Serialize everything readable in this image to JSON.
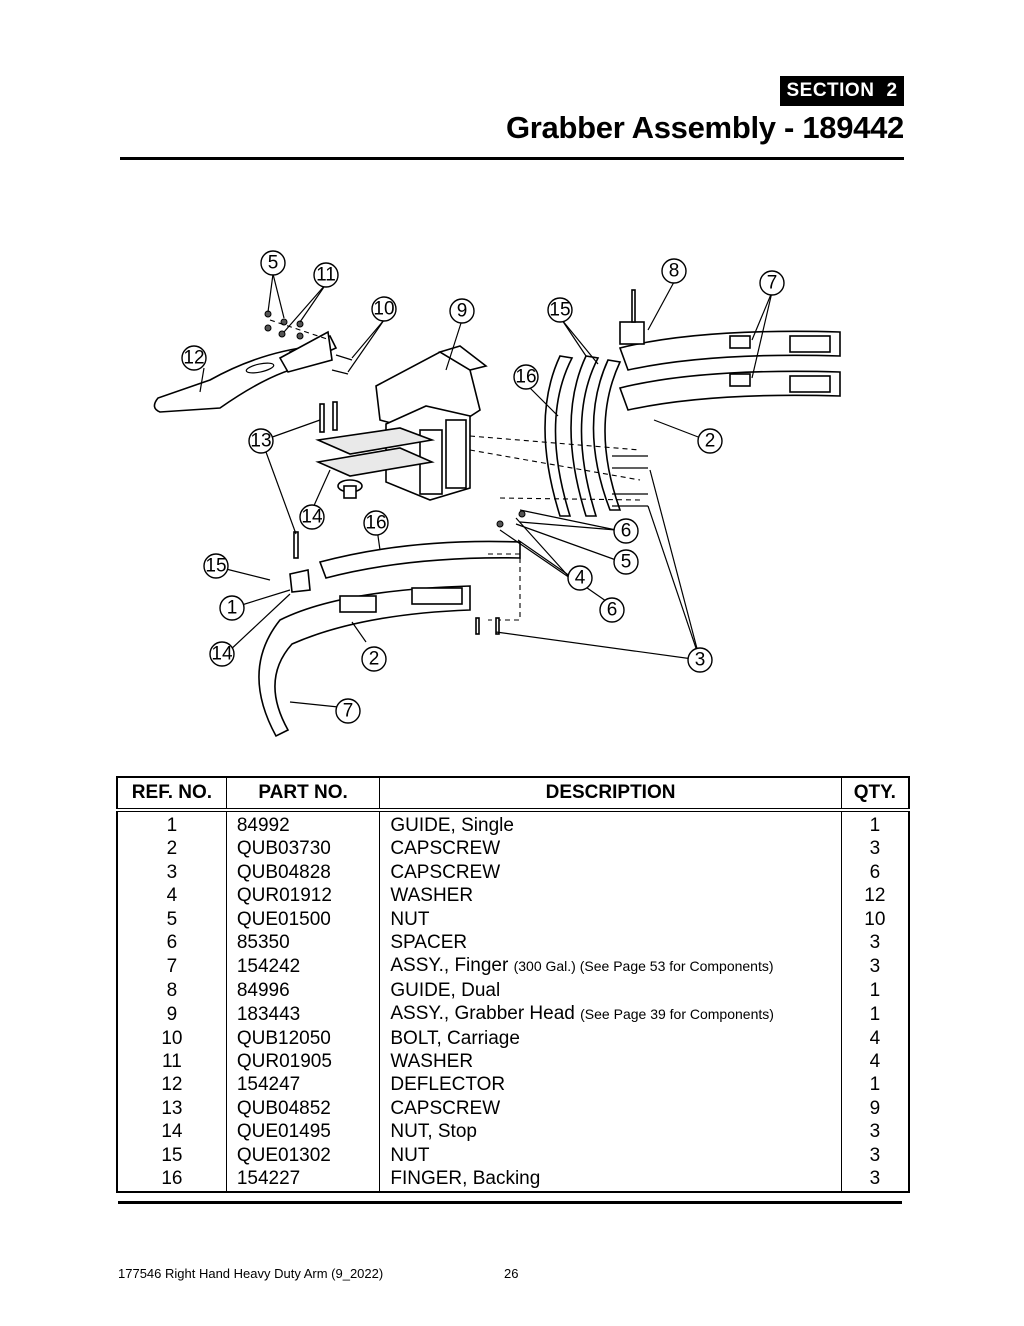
{
  "header": {
    "section_label": "SECTION",
    "section_number": "2",
    "title": "Grabber Assembly - 189442"
  },
  "diagram": {
    "callouts": [
      "5",
      "11",
      "10",
      "9",
      "15",
      "8",
      "7",
      "12",
      "16",
      "2",
      "13",
      "14",
      "16",
      "6",
      "5",
      "15",
      "4",
      "1",
      "6",
      "14",
      "2",
      "3",
      "7"
    ]
  },
  "table": {
    "headers": {
      "ref": "REF. NO.",
      "part": "PART NO.",
      "desc": "DESCRIPTION",
      "qty": "QTY."
    },
    "rows": [
      {
        "ref": "1",
        "part": "84992",
        "desc": "GUIDE, Single",
        "note": "",
        "qty": "1"
      },
      {
        "ref": "2",
        "part": "QUB03730",
        "desc": "CAPSCREW",
        "note": "",
        "qty": "3"
      },
      {
        "ref": "3",
        "part": "QUB04828",
        "desc": "CAPSCREW",
        "note": "",
        "qty": "6"
      },
      {
        "ref": "4",
        "part": "QUR01912",
        "desc": "WASHER",
        "note": "",
        "qty": "12"
      },
      {
        "ref": "5",
        "part": "QUE01500",
        "desc": "NUT",
        "note": "",
        "qty": "10"
      },
      {
        "ref": "6",
        "part": "85350",
        "desc": "SPACER",
        "note": "",
        "qty": "3"
      },
      {
        "ref": "7",
        "part": "154242",
        "desc": "ASSY., Finger",
        "note": "(300 Gal.) (See Page 53 for Components)",
        "qty": "3"
      },
      {
        "ref": "8",
        "part": "84996",
        "desc": "GUIDE, Dual",
        "note": "",
        "qty": "1"
      },
      {
        "ref": "9",
        "part": "183443",
        "desc": "ASSY., Grabber Head",
        "note": "(See Page 39 for Components)",
        "qty": "1"
      },
      {
        "ref": "10",
        "part": "QUB12050",
        "desc": "BOLT, Carriage",
        "note": "",
        "qty": "4"
      },
      {
        "ref": "11",
        "part": "QUR01905",
        "desc": "WASHER",
        "note": "",
        "qty": "4"
      },
      {
        "ref": "12",
        "part": "154247",
        "desc": "DEFLECTOR",
        "note": "",
        "qty": "1"
      },
      {
        "ref": "13",
        "part": "QUB04852",
        "desc": "CAPSCREW",
        "note": "",
        "qty": "9"
      },
      {
        "ref": "14",
        "part": "QUE01495",
        "desc": "NUT, Stop",
        "note": "",
        "qty": "3"
      },
      {
        "ref": "15",
        "part": "QUE01302",
        "desc": "NUT",
        "note": "",
        "qty": "3"
      },
      {
        "ref": "16",
        "part": "154227",
        "desc": "FINGER, Backing",
        "note": "",
        "qty": "3"
      }
    ]
  },
  "footer": {
    "document": "177546 Right Hand Heavy Duty Arm (9_2022)",
    "page": "26"
  }
}
